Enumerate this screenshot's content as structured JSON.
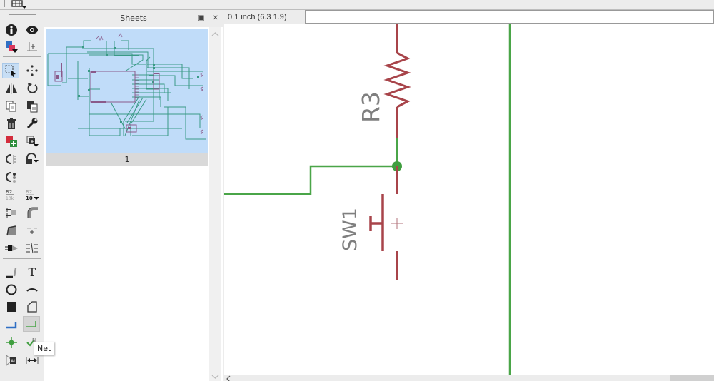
{
  "topbar": {
    "grid_icon": "grid-menu-icon"
  },
  "toolbox": {
    "tools": [
      {
        "name": "info",
        "icon": "info-icon"
      },
      {
        "name": "show",
        "icon": "eye-icon"
      },
      {
        "name": "display-layers",
        "icon": "layers-icon"
      },
      {
        "name": "mark",
        "icon": "mark-icon"
      },
      {
        "name": "group",
        "icon": "group-select-icon",
        "active": true
      },
      {
        "name": "move",
        "icon": "move-icon"
      },
      {
        "name": "mirror",
        "icon": "mirror-icon"
      },
      {
        "name": "rotate",
        "icon": "rotate-icon"
      },
      {
        "name": "copy",
        "icon": "copy-icon"
      },
      {
        "name": "paste",
        "icon": "paste-icon"
      },
      {
        "name": "delete",
        "icon": "trash-icon"
      },
      {
        "name": "change",
        "icon": "wrench-icon"
      },
      {
        "name": "add",
        "icon": "add-part-icon"
      },
      {
        "name": "replace",
        "icon": "replace-icon"
      },
      {
        "name": "pinswap",
        "icon": "pinswap-icon"
      },
      {
        "name": "gateswap",
        "icon": "gateswap-icon"
      },
      {
        "name": "invoke",
        "icon": "invoke-icon"
      },
      {
        "name": "name",
        "icon": "name-icon",
        "label": "R2",
        "sub": "10k"
      },
      {
        "name": "value",
        "icon": "value-icon",
        "label": "R2",
        "sub": "10"
      },
      {
        "name": "split",
        "icon": "split-icon"
      },
      {
        "name": "miter",
        "icon": "miter-icon"
      },
      {
        "name": "slice",
        "icon": "slice-icon"
      },
      {
        "name": "smash",
        "icon": "smash-icon"
      },
      {
        "name": "connect",
        "icon": "connect-icon"
      },
      {
        "name": "attribute",
        "icon": "attribute-icon"
      },
      {
        "name": "wire",
        "icon": "line-icon"
      },
      {
        "name": "text",
        "icon": "text-icon",
        "label": "T"
      },
      {
        "name": "circle",
        "icon": "circle-icon"
      },
      {
        "name": "arc",
        "icon": "arc-icon"
      },
      {
        "name": "rect",
        "icon": "rectangle-icon"
      },
      {
        "name": "polygon",
        "icon": "polygon-icon"
      },
      {
        "name": "bus",
        "icon": "bus-icon"
      },
      {
        "name": "net",
        "icon": "net-icon",
        "active": true
      },
      {
        "name": "junction",
        "icon": "junction-icon"
      },
      {
        "name": "label",
        "icon": "label-icon"
      },
      {
        "name": "erc",
        "icon": "erc-icon"
      },
      {
        "name": "dimension",
        "icon": "dimension-icon"
      }
    ],
    "tooltip": "Net"
  },
  "sheets_panel": {
    "title": "Sheets",
    "float_icon": "float-icon",
    "close_icon": "close-icon",
    "sheets": [
      {
        "label": "1"
      }
    ]
  },
  "coordinate_bar": {
    "coord_text": "0.1 inch (6.3 1.9)",
    "command_value": ""
  },
  "schematic": {
    "parts": [
      {
        "name": "R3"
      },
      {
        "name": "SW1"
      }
    ],
    "colors": {
      "net": "#4aa548",
      "symbol": "#a8444a",
      "label": "#7f7f7f",
      "junction": "#3f9e3f"
    }
  }
}
